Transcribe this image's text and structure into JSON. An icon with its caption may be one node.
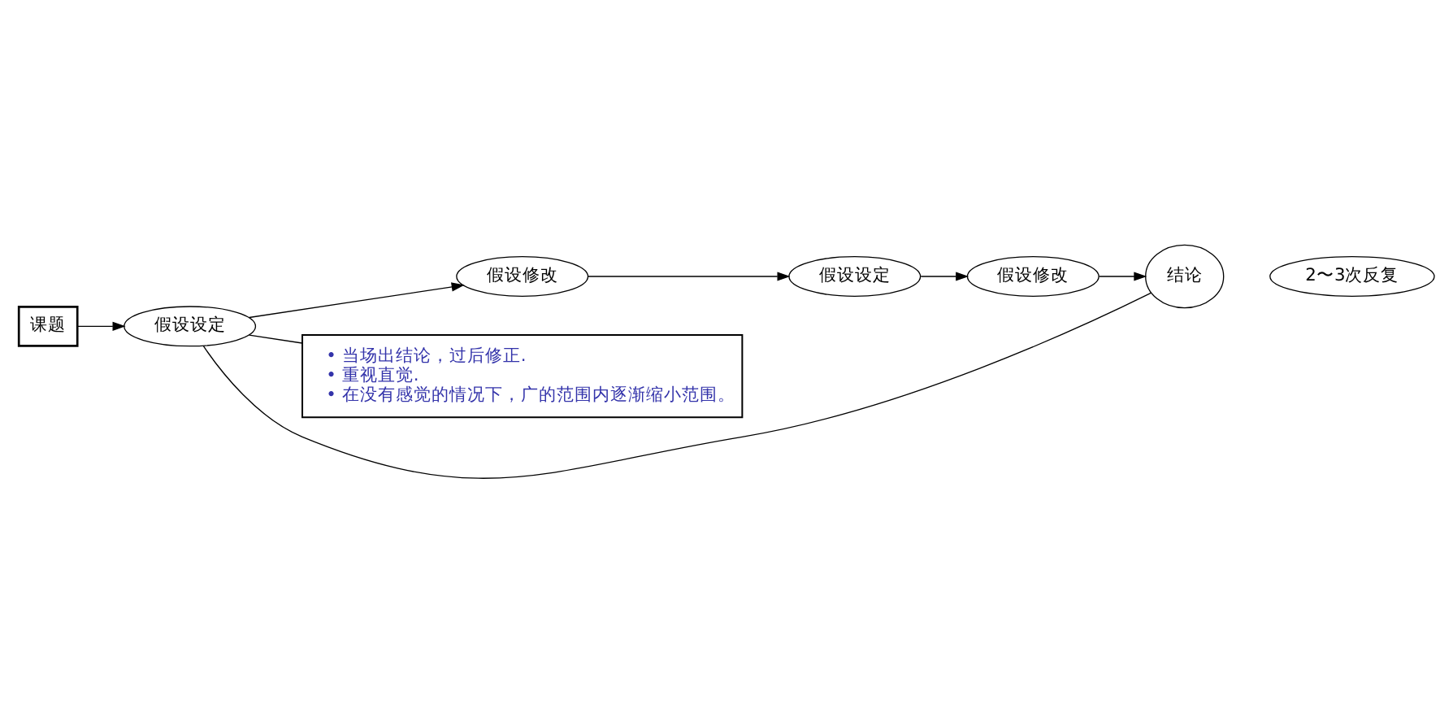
{
  "diagram": {
    "nodes": [
      {
        "text": [
          "课题"
        ]
      },
      {
        "text": [
          "假设设定"
        ]
      },
      {
        "text": [
          "假设修改"
        ]
      },
      {
        "text": [
          "假设设定"
        ]
      },
      {
        "text": [
          "假设修改"
        ]
      },
      {
        "text": [
          "结论"
        ]
      },
      {
        "text": [
          "2〜3次反复"
        ]
      },
      {
        "text": [
          "• 当场出结论，过后修正.",
          "• 重视直觉.",
          "• 在没有感觉的情况下，广的范围内逐渐缩小范围。"
        ]
      }
    ],
    "edges": [
      {
        "from": 0,
        "to": 1,
        "arrow": "to"
      },
      {
        "from": 1,
        "to": 2,
        "arrow": "to"
      },
      {
        "from": 2,
        "to": 3,
        "arrow": "to"
      },
      {
        "from": 3,
        "to": 4,
        "arrow": "to"
      },
      {
        "from": 4,
        "to": 5,
        "arrow": "to"
      },
      {
        "from": 5,
        "to": 1,
        "arrow": "none"
      },
      {
        "from": 1,
        "to": 7,
        "arrow": "none"
      }
    ]
  }
}
